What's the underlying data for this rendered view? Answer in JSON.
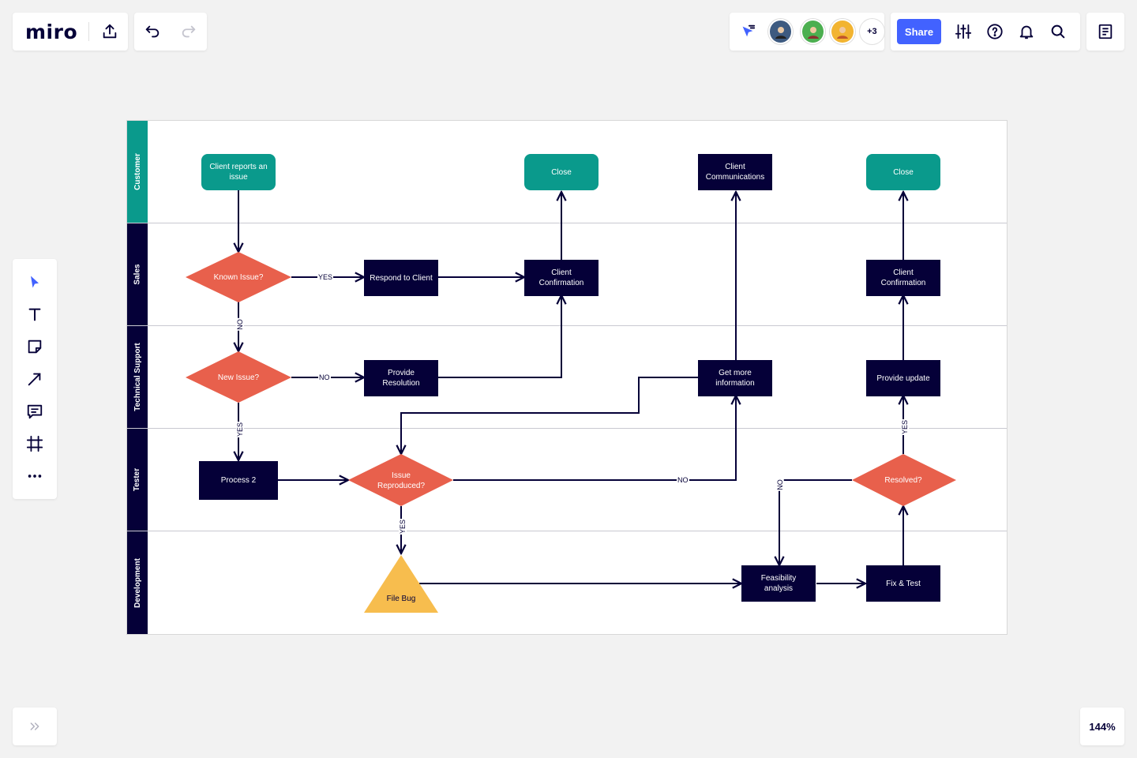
{
  "app": {
    "logo": "miro",
    "zoom": "144%",
    "share_label": "Share",
    "more_collaborators": "+3",
    "accent_color": "#4262ff"
  },
  "toolbar_left": {
    "tools": [
      "select-icon",
      "text-icon",
      "sticky-note-icon",
      "line-icon",
      "comment-icon",
      "frame-icon",
      "more-icon"
    ]
  },
  "collaborators": [
    {
      "name": "avatar-1",
      "color": "#3d5a80"
    },
    {
      "name": "avatar-2",
      "color": "#4caf50"
    },
    {
      "name": "avatar-3",
      "color": "#f2b431"
    }
  ],
  "lanes": [
    {
      "label": "Customer",
      "color": "#0a9a8c"
    },
    {
      "label": "Sales",
      "color": "#050038"
    },
    {
      "label": "Technical Support",
      "color": "#050038"
    },
    {
      "label": "Tester",
      "color": "#050038"
    },
    {
      "label": "Development",
      "color": "#050038"
    }
  ],
  "nodes": {
    "client_reports": "Client reports an issue",
    "close_1": "Close",
    "client_comms": "Client Communications",
    "close_2": "Close",
    "known_issue": "Known Issue?",
    "respond": "Respond to Client",
    "client_conf_1": "Client Confirmation",
    "client_conf_2": "Client Confirmation",
    "new_issue": "New Issue?",
    "provide_resolution": "Provide Resolution",
    "get_more_info": "Get more information",
    "provide_update": "Provide update",
    "process_2": "Process 2",
    "issue_reproduced": "Issue Reproduced?",
    "resolved": "Resolved?",
    "file_bug": "File Bug",
    "feasibility": "Feasibility analysis",
    "fix_test": "Fix & Test"
  },
  "edge_labels": {
    "yes": "YES",
    "no": "NO"
  },
  "colors": {
    "navy": "#050038",
    "teal": "#0a9a8c",
    "coral": "#e8604c",
    "yellow": "#f7bd4e"
  }
}
